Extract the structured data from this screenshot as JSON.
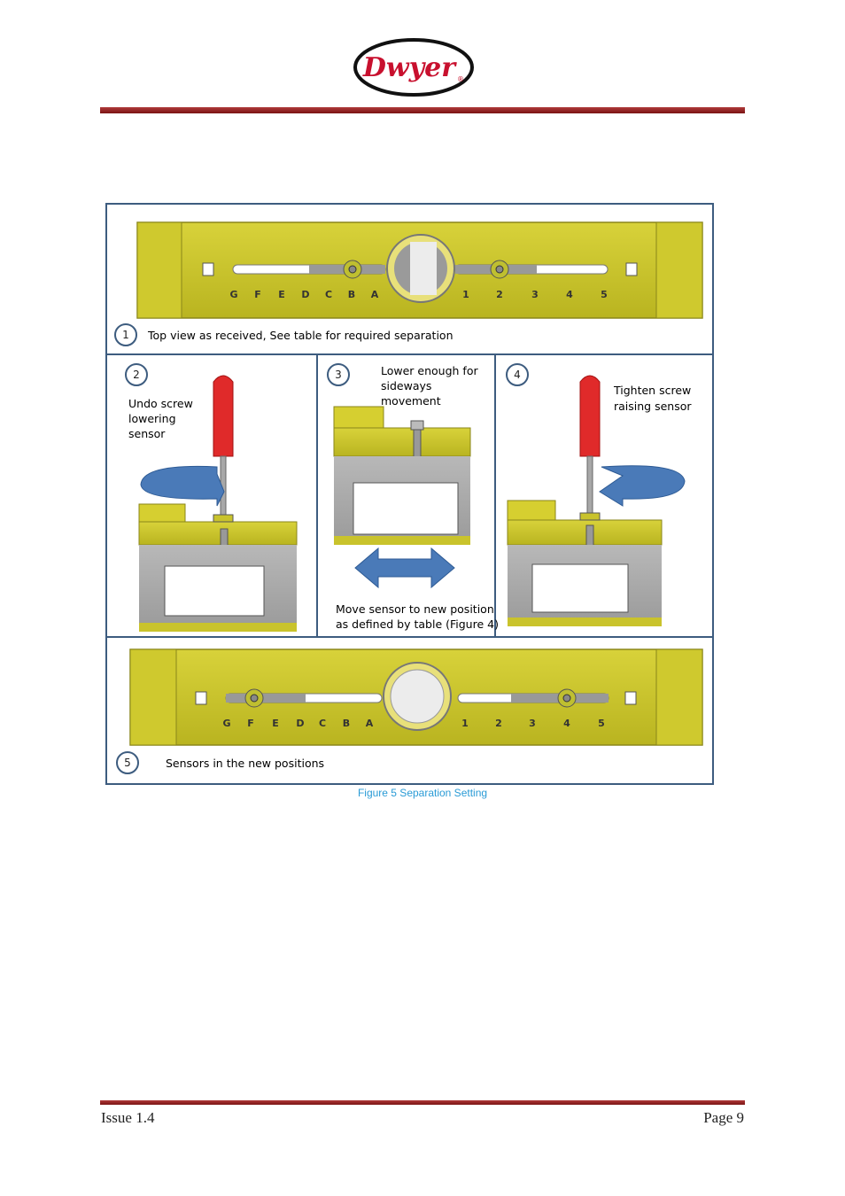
{
  "header": {
    "logo_text": "Dwyer",
    "logo_mark": "®"
  },
  "figure": {
    "caption": "Figure 5 Separation Setting",
    "scale_left": [
      "G",
      "F",
      "E",
      "D",
      "C",
      "B",
      "A"
    ],
    "scale_right": [
      "1",
      "2",
      "3",
      "4",
      "5"
    ],
    "steps": [
      {
        "number": "1",
        "text": "Top view as received,  See table for required  separation"
      },
      {
        "number": "2",
        "text_lines": [
          "Undo screw",
          "lowering",
          "sensor"
        ]
      },
      {
        "number": "3",
        "text_lines": [
          "Lower enough for",
          "sideways",
          "movement"
        ],
        "bottom_lines": [
          "Move sensor to new position",
          "as defined by table (Figure 4)"
        ]
      },
      {
        "number": "4",
        "text_lines": [
          "Tighten screw",
          "raising sensor"
        ]
      },
      {
        "number": "5",
        "text": "Sensors in the new positions"
      }
    ]
  },
  "footer": {
    "issue": "Issue 1.4",
    "page": "Page 9"
  },
  "colors": {
    "rule": "#8b1a1a",
    "device_yellow": "#c9c32c",
    "frame_blue": "#3d5c7f",
    "arrow_blue": "#4a7ab8",
    "screwdriver_red": "#e02a2a",
    "caption_blue": "#2a9bd6"
  }
}
